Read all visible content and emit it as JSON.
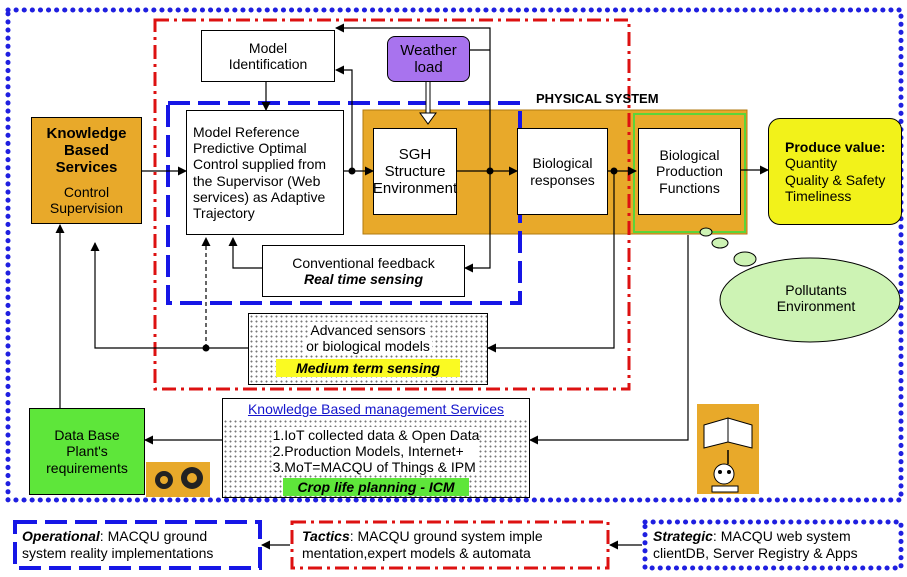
{
  "kbs": {
    "title": "Knowledge Based Services",
    "sub": "Control Supervision"
  },
  "model_id": "Model Identification",
  "weather": "Weather load",
  "physical_system": "PHYSICAL SYSTEM",
  "mrpoc": "Model Reference Predictive Optimal Control supplied from the Supervisor (Web services) as Adaptive Trajectory",
  "sgh": "SGH Structure Environment",
  "bio_resp": "Biological responses",
  "bio_prod": "Biological Production Functions",
  "produce": {
    "title": "Produce value:",
    "items": [
      "Quantity",
      "Quality & Safety",
      "Timeliness"
    ]
  },
  "pollutants": "Pollutants Environment",
  "conv_feedback": {
    "line1": "Conventional feedback",
    "line2": "Real time sensing"
  },
  "adv_sensors": {
    "line1": "Advanced sensors",
    "line2": "or biological models",
    "label": "Medium term sensing"
  },
  "kbms": {
    "title": "Knowledge Based management Services",
    "items": [
      "1.IoT collected data & Open Data",
      "2.Production Models, Internet+",
      "3.MoT=MACQU of Things & IPM"
    ],
    "label": "Crop life planning - ICM"
  },
  "database": "Data Base Plant's requirements",
  "legend": {
    "operational": {
      "key": "Operational",
      "text": ": MACQU ground system reality implementations"
    },
    "tactics": {
      "key": "Tactics",
      "text": ": MACQU ground system imple mentation,expert models & automata"
    },
    "strategic": {
      "key": "Strategic",
      "text": ": MACQU web system clientDB, Server Registry & Apps"
    }
  },
  "colors": {
    "strategic": "#1f1fe0",
    "tactics": "#dd1111",
    "operational": "#1616e6",
    "physical": "#e8a92a",
    "database": "#5ee63a",
    "weather": "#a873ee",
    "produce": "#f2f21a",
    "pollutants": "#cdf3b4",
    "highlight": "#fafa22"
  }
}
